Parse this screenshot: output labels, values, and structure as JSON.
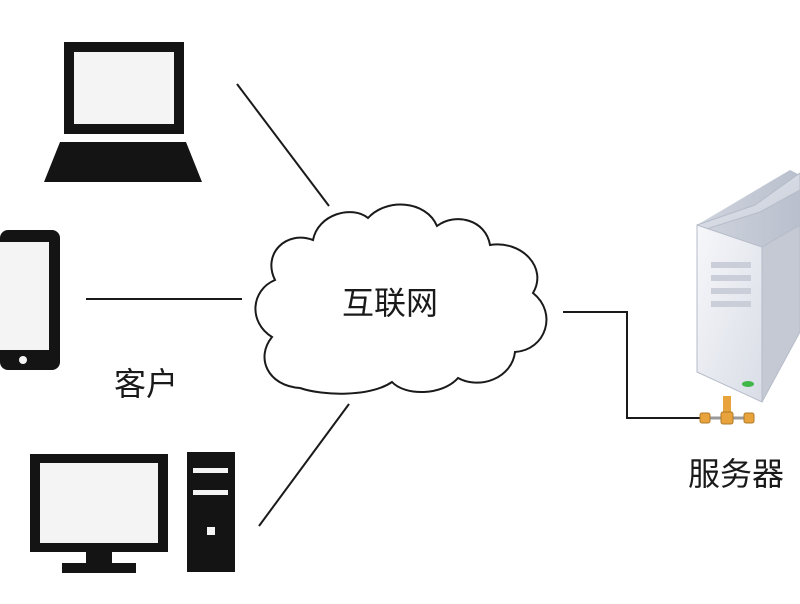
{
  "diagram": {
    "internet_label": "互联网",
    "client_label": "客户",
    "server_label": "服务器",
    "nodes": [
      {
        "id": "laptop",
        "icon": "laptop-icon"
      },
      {
        "id": "tablet",
        "icon": "tablet-icon"
      },
      {
        "id": "desktop",
        "icon": "desktop-computer-icon"
      },
      {
        "id": "internet",
        "icon": "cloud-icon"
      },
      {
        "id": "server",
        "icon": "server-tower-icon"
      }
    ],
    "edges": [
      {
        "from": "laptop",
        "to": "internet"
      },
      {
        "from": "tablet",
        "to": "internet"
      },
      {
        "from": "desktop",
        "to": "internet"
      },
      {
        "from": "internet",
        "to": "server"
      }
    ]
  },
  "colors": {
    "device": "#141414",
    "screen": "#f4f4f4",
    "line": "#1a1a1a",
    "server_body": "#eceef3",
    "server_shade": "#c9ced9",
    "server_led": "#41b649",
    "connector": "#e8a33c"
  }
}
